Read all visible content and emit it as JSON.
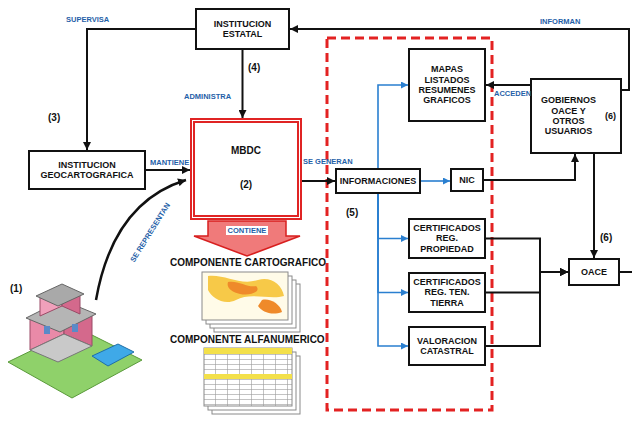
{
  "diagram": {
    "nodes": [
      {
        "text": [
          "INSTITUCION ESTATAL"
        ]
      },
      {
        "text": [
          "INSTITUCION GEOCARTOGRAFICA"
        ]
      },
      {
        "text": [
          "MBDC",
          "(2)"
        ]
      },
      {
        "text": [
          "MAPAS LISTADOS RESUMENES GRAFICOS"
        ]
      },
      {
        "text": [
          "GOBIERNOS OACE Y OTROS USUARIOS",
          "(6)"
        ]
      },
      {
        "text": [
          "INFORMACIONES"
        ]
      },
      {
        "text": [
          "NIC"
        ]
      },
      {
        "text": [
          "CERTIFICADOS REG. PROPIEDAD"
        ]
      },
      {
        "text": [
          "CERTIFICADOS REG. TEN. TIERRA"
        ]
      },
      {
        "text": [
          "VALORACION CATASTRAL"
        ]
      },
      {
        "text": [
          "OACE"
        ]
      }
    ],
    "edges": [
      {
        "from": 0,
        "to": 1,
        "arrow": "to",
        "label": "SUPERVISA"
      },
      {
        "from": 0,
        "to": 2,
        "arrow": "to",
        "label": "ADMINISTRA"
      },
      {
        "from": 1,
        "to": 2,
        "arrow": "to",
        "label": "MANTIENE"
      },
      {
        "from": 2,
        "to": 5,
        "arrow": "to",
        "label": "SE GENERAN"
      },
      {
        "from": 5,
        "to": 3,
        "arrow": "to"
      },
      {
        "from": 5,
        "to": 6,
        "arrow": "to"
      },
      {
        "from": 5,
        "to": 7,
        "arrow": "to"
      },
      {
        "from": 5,
        "to": 8,
        "arrow": "to"
      },
      {
        "from": 5,
        "to": 9,
        "arrow": "to"
      },
      {
        "from": 4,
        "to": 0,
        "arrow": "to",
        "label": "INFORMAN"
      },
      {
        "from": 4,
        "to": 3,
        "arrow": "to",
        "label": "ACCEDEN"
      },
      {
        "from": 6,
        "to": 4,
        "arrow": "to"
      },
      {
        "from": 4,
        "to": 10,
        "arrow": "to"
      },
      {
        "from": 7,
        "to": 10,
        "arrow": "to"
      },
      {
        "from": 8,
        "to": 10,
        "arrow": "to"
      },
      {
        "from": 9,
        "to": 10,
        "arrow": "to"
      }
    ],
    "labels": [
      "(1)",
      "(3)",
      "(4)",
      "(5)",
      "(6)",
      "SE REPRESENTAN",
      "CONTIENE",
      "COMPONENTE CARTOGRAFICO",
      "COMPONENTE ALFANUMERICO"
    ]
  }
}
